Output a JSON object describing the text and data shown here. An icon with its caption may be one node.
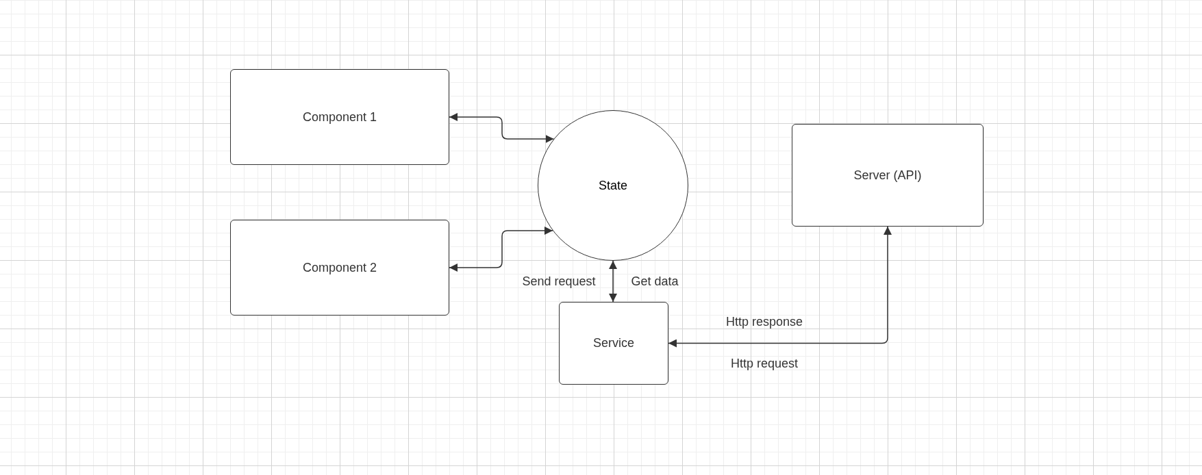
{
  "diagram": {
    "nodes": [
      {
        "text": [
          "Component 1"
        ]
      },
      {
        "text": [
          "Component 2"
        ]
      },
      {
        "text": [
          "State"
        ]
      },
      {
        "text": [
          "Server (API)"
        ]
      },
      {
        "text": [
          "Service"
        ]
      }
    ],
    "edges": [
      {
        "from": 0,
        "to": 2,
        "arrow": "both"
      },
      {
        "from": 1,
        "to": 2,
        "arrow": "both"
      },
      {
        "from": 2,
        "to": 4,
        "arrow": "both"
      },
      {
        "from": 4,
        "to": 3,
        "arrow": "both"
      }
    ],
    "labels": [
      "Send request",
      "Get data",
      "Http response",
      "Http request"
    ]
  }
}
